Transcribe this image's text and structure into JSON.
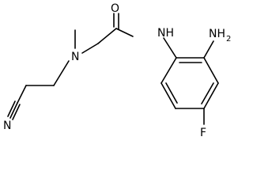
{
  "molecule": {
    "atoms": {
      "oxygen": "O",
      "amide_nh": "NH",
      "amine_nh2": "NH",
      "amine_nh2_subscript": "2",
      "tertiary_n": "N",
      "nitrile_n": "N",
      "fluorine": "F"
    }
  }
}
